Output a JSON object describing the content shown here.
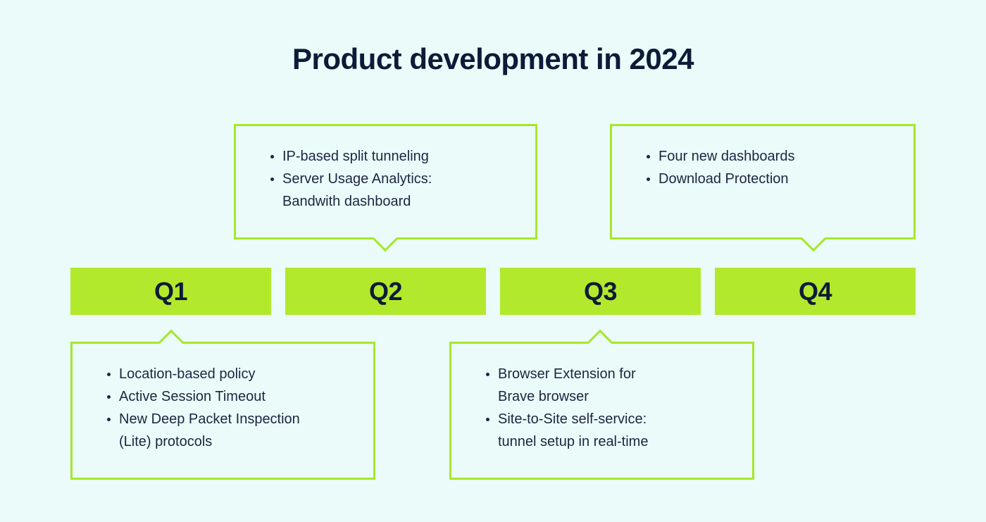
{
  "page": {
    "title": "Product development in 2024"
  },
  "colors": {
    "background": "#ebfbf9",
    "lime": "#b2e92c",
    "lime-border": "#a6e72a",
    "navy": "#0d1b38",
    "text": "#1c2542"
  },
  "timeline": {
    "quarters": [
      {
        "label": "Q1"
      },
      {
        "label": "Q2"
      },
      {
        "label": "Q3"
      },
      {
        "label": "Q4"
      }
    ]
  },
  "callouts": {
    "q1": {
      "quarter": "Q1",
      "position": "below",
      "items": [
        "Location-based policy",
        "Active Session Timeout",
        "New Deep Packet Inspection\n(Lite) protocols"
      ]
    },
    "q2": {
      "quarter": "Q2",
      "position": "above",
      "items": [
        "IP-based split tunneling",
        "Server Usage Analytics:\nBandwith dashboard"
      ]
    },
    "q3": {
      "quarter": "Q3",
      "position": "below",
      "items": [
        "Browser Extension for\nBrave browser",
        "Site-to-Site self-service:\ntunnel setup in real-time"
      ]
    },
    "q4": {
      "quarter": "Q4",
      "position": "above",
      "items": [
        "Four new dashboards",
        "Download Protection"
      ]
    }
  }
}
